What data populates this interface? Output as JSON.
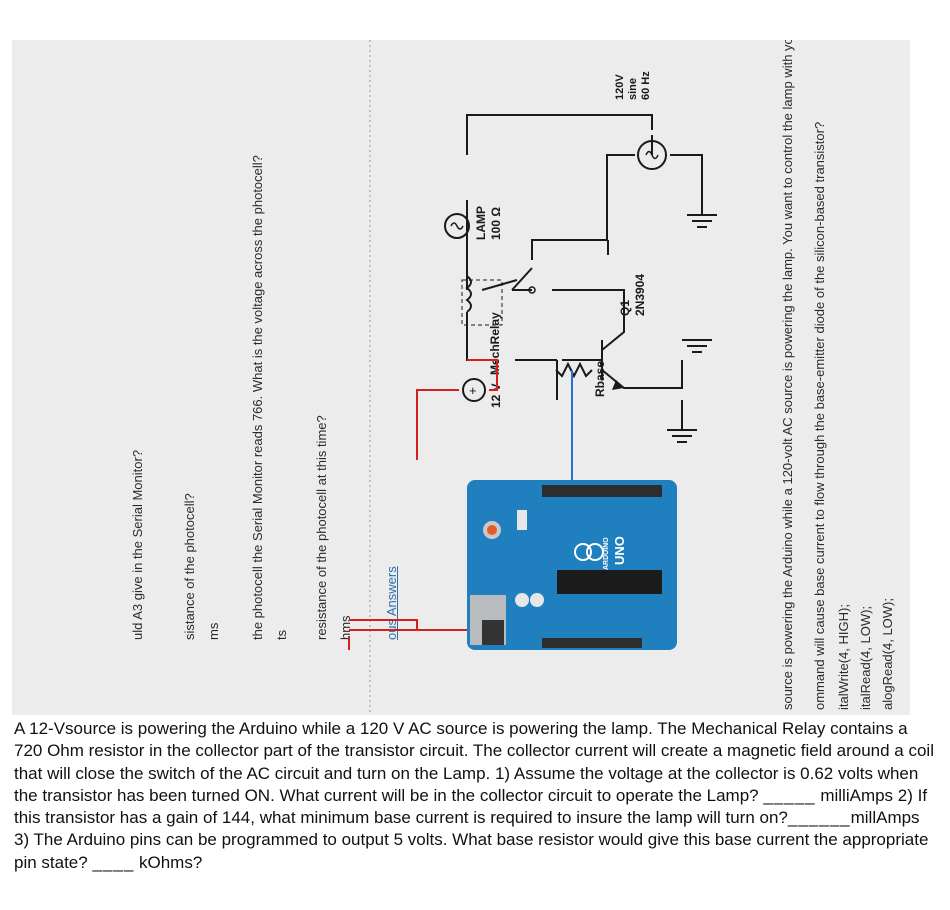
{
  "worksheet": {
    "left_questions": [
      "uld A3 give in the Serial Monitor?",
      "sistance of the photocell?",
      "ms",
      "the photocell the Serial Monitor reads 766. What is the voltage across the photocell?",
      "ts",
      "resistance of the photocell at this time?",
      "hms"
    ],
    "prev_answers_link": "ous Answers",
    "right_lines": [
      "source is powering the Arduino while a 120-volt AC source is powering the lamp. You want to control the lamp with your A",
      "ommand will cause base current to flow through the base-emitter diode of the silicon-based transistor?",
      "italWrite(4, HIGH);",
      "italRead(4, LOW);",
      "alogRead(4, LOW);"
    ]
  },
  "circuit": {
    "mech_relay_label": "MechRelay",
    "lamp_label": "LAMP",
    "lamp_value": "100 Ω",
    "dc_source_label": "12 V",
    "transistor_label": "Q1",
    "transistor_part": "2N3904",
    "rbase_label": "Rbase",
    "ac_source_voltage": "120V",
    "ac_source_wave": "sine",
    "ac_source_freq": "60 Hz",
    "board_name": "UNO",
    "board_brand": "ARDUINO",
    "colors": {
      "red_wire": "#d62020",
      "blue_wire": "#2a6fd6",
      "board": "#1f7fbf"
    }
  },
  "question": {
    "part1": "A 12-Vsource is powering the Arduino while a 120 V AC source is powering the lamp. The Mechanical Relay contains a 720 Ohm resistor in the collector part of the transistor circuit. The collector current will create a magnetic field around a coil that will close the switch of the AC circuit and turn on the Lamp. 1) Assume the voltage at the collector is 0.62 volts when the transistor has been turned ON. What current will be in the collector circuit to operate the Lamp? ",
    "blank1": "_____",
    "part2": " milliAmps 2) If this transistor has a gain of 144, what minimum base current is required to insure the lamp will turn on?",
    "blank2": "______",
    "part3": "millAmps 3) The Arduino pins can be programmed to output 5 volts. What base resistor would give this base current the appropriate pin state? ",
    "blank3": "____",
    "part4": " kOhms?"
  }
}
